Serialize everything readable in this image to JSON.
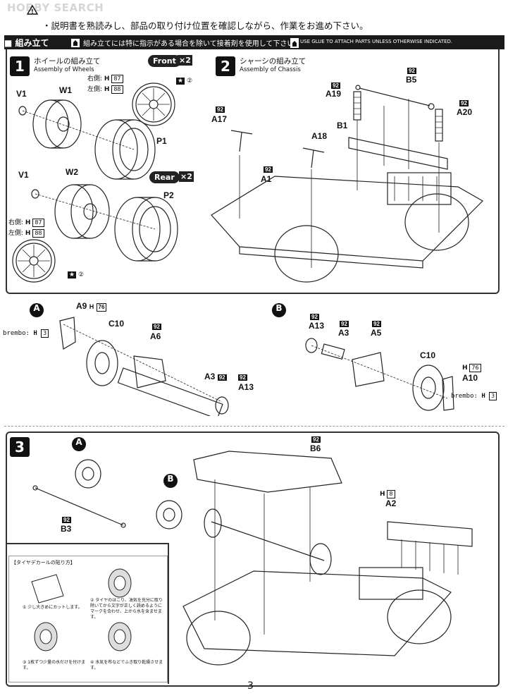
{
  "watermark": "HOBBY SEARCH",
  "intro": "・説明書を熟読みし、部品の取り付け位置を確認しながら、作業をお進め下さい。",
  "header": {
    "title": "■ 組み立て",
    "note_jp": "組み立てには特に指示がある場合を除いて接着剤を使用して下さい。",
    "note_en": "USE GLUE TO ATTACH PARTS UNLESS OTHERWISE INDICATED."
  },
  "step1": {
    "num": "1",
    "title": "ホイールの組み立て",
    "subtitle": "Assembly of Wheels",
    "front_label": "Front",
    "rear_label": "Rear",
    "x2": "×2",
    "right_side": "右側:",
    "left_side": "左側:",
    "h": "H",
    "h87": "87",
    "h88": "88",
    "parts": {
      "v1": "V1",
      "w1": "W1",
      "p1": "P1",
      "w2": "W2",
      "p2": "P2"
    },
    "decal_num": "②"
  },
  "step2": {
    "num": "2",
    "title": "シャーシの組み立て",
    "subtitle": "Assembly of Chassis",
    "tag": "92",
    "parts": {
      "a17": "A17",
      "a18": "A18",
      "a19": "A19",
      "b5": "B5",
      "a20": "A20",
      "b1": "B1",
      "a1": "A1"
    }
  },
  "subA": {
    "label": "A",
    "a9": "A9",
    "h76": "76",
    "brembo": "brembo:",
    "h3": "3",
    "c10": "C10",
    "a6": "A6",
    "a3": "A3",
    "a13": "A13",
    "tag": "92"
  },
  "subB": {
    "label": "B",
    "a13": "A13",
    "a3": "A3",
    "a5": "A5",
    "c10": "C10",
    "a10": "A10",
    "h76": "76",
    "brembo": "brembo:",
    "h3": "3",
    "tag": "92"
  },
  "step3": {
    "num": "3",
    "b6": "B6",
    "b3": "B3",
    "a2": "A2",
    "h8": "8",
    "tag": "92"
  },
  "tire_box": {
    "title": "【タイヤデカールの貼り方】",
    "step1": "① 少し大きめにカットします。",
    "step2": "② タイヤのほこり、油気を充分に取り除いてから文字が正しく読めるようにマークを合わせ、上から水を含ませます。",
    "step3": "③ 1枚ずつ少量の水だけを付けます。",
    "step4": "④ 水気を布などでふき取り乾燥させます。"
  },
  "page_number": "3"
}
